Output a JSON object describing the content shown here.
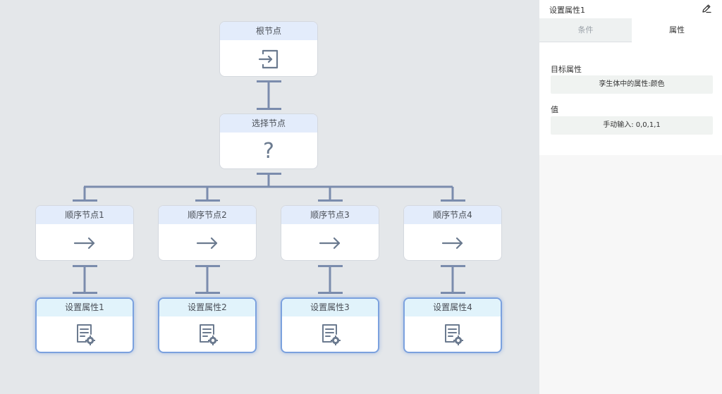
{
  "tree": {
    "root": {
      "label": "根节点",
      "icon": "enter-icon"
    },
    "selector": {
      "label": "选择节点",
      "icon": "question-mark-icon",
      "glyph": "?"
    },
    "sequences": [
      {
        "label": "顺序节点1",
        "icon": "arrow-right-icon"
      },
      {
        "label": "顺序节点2",
        "icon": "arrow-right-icon"
      },
      {
        "label": "顺序节点3",
        "icon": "arrow-right-icon"
      },
      {
        "label": "顺序节点4",
        "icon": "arrow-right-icon"
      }
    ],
    "actions": [
      {
        "label": "设置属性1",
        "icon": "document-gear-icon"
      },
      {
        "label": "设置属性2",
        "icon": "document-gear-icon"
      },
      {
        "label": "设置属性3",
        "icon": "document-gear-icon"
      },
      {
        "label": "设置属性4",
        "icon": "document-gear-icon"
      }
    ],
    "colors": {
      "connector": "#7b8cad",
      "header": "#e3ecfb",
      "leaf_header": "#e1f3fb",
      "leaf_border": "#7ba1de",
      "icon": "#6b7a8f"
    }
  },
  "panel": {
    "title": "设置属性1",
    "edit_icon": "pencil-icon",
    "tabs": [
      {
        "label": "条件",
        "active": false
      },
      {
        "label": "属性",
        "active": true
      }
    ],
    "fields": [
      {
        "label": "目标属性",
        "value": "孪生体中的属性:颜色"
      },
      {
        "label": "值",
        "value": "手动输入: 0,0,1,1"
      }
    ]
  }
}
